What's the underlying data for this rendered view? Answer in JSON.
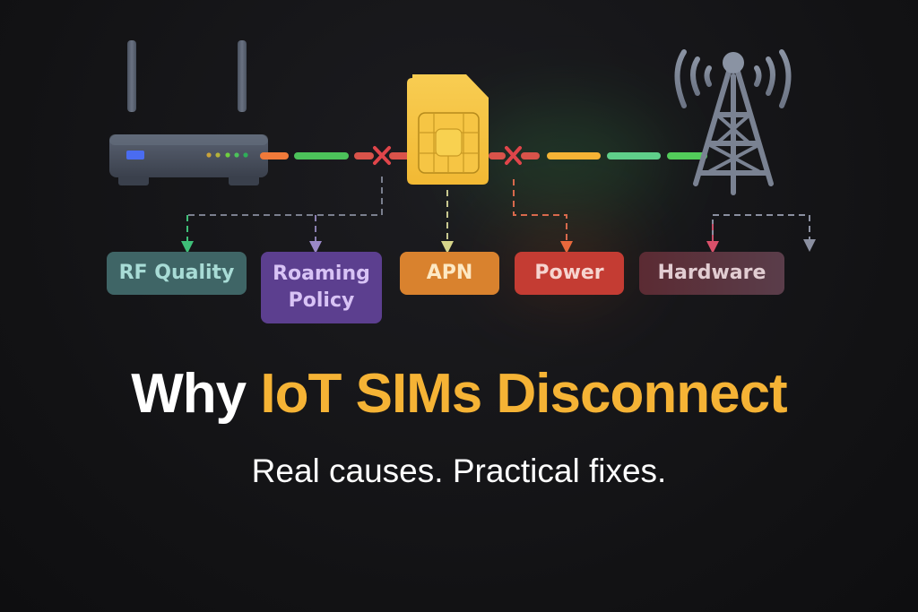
{
  "diagram": {
    "nodes": [
      {
        "id": "router",
        "icon": "router-icon"
      },
      {
        "id": "sim",
        "icon": "sim-card-icon"
      },
      {
        "id": "tower",
        "icon": "cell-tower-icon"
      }
    ],
    "link_status": {
      "router_to_sim": "broken",
      "sim_to_tower": "broken"
    },
    "colors": {
      "orange": "#f07a3a",
      "green": "#4cc25a",
      "red": "#d9534a",
      "yellow": "#f5b335",
      "mint": "#5fcf8a",
      "sim_gold": "#f6c544"
    }
  },
  "causes": [
    {
      "label": "RF Quality",
      "bg": "#3f6566",
      "fg": "#a8dcd6"
    },
    {
      "label": "Roaming Policy",
      "bg": "#5c3f8f",
      "fg": "#d8c3f5"
    },
    {
      "label": "APN",
      "bg": "#d9822e",
      "fg": "#fde9c4"
    },
    {
      "label": "Power",
      "bg": "#c43c33",
      "fg": "#f6d4cf"
    },
    {
      "label": "Hardware",
      "bg": "#5b3138",
      "fg": "#e2cdd2"
    }
  ],
  "headline": {
    "prefix": "Why",
    "highlight": "IoT SIMs Disconnect",
    "highlight_color": "#f5b335"
  },
  "subtitle": "Real causes. Practical fixes."
}
